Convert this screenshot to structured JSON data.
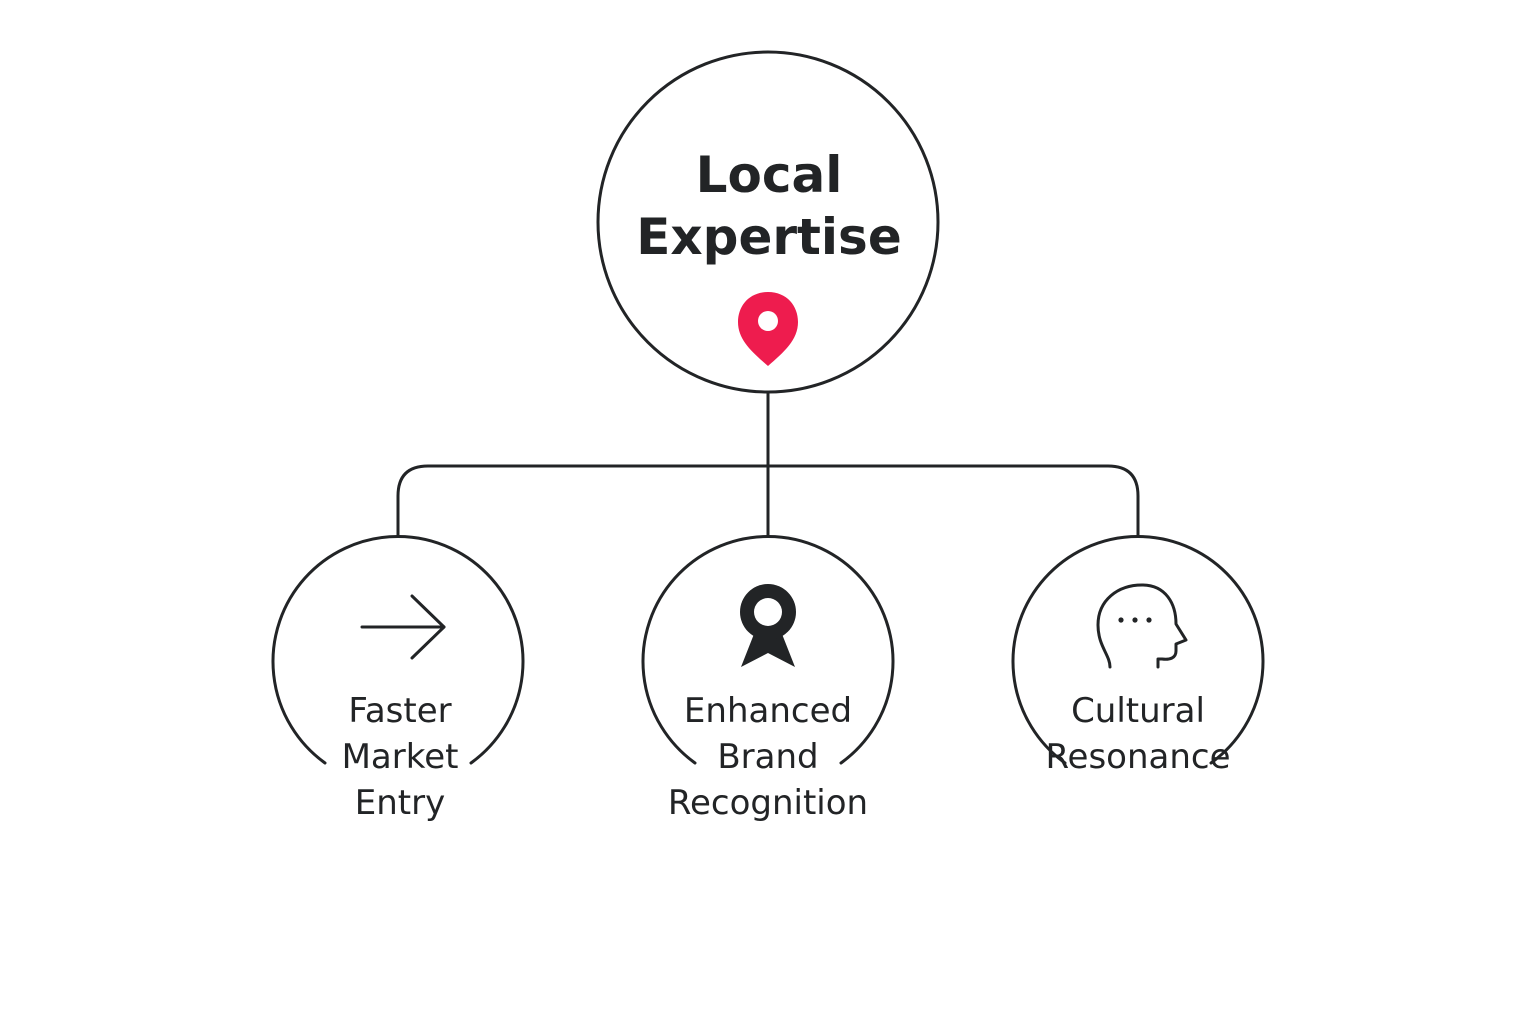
{
  "root": {
    "lines": [
      "Local",
      "Expertise"
    ],
    "icon": "location-pin-icon",
    "icon_color": "#EE1C4E"
  },
  "children": [
    {
      "lines": [
        "Faster",
        "Market",
        "Entry"
      ],
      "icon": "arrow-right-icon"
    },
    {
      "lines": [
        "Enhanced",
        "Brand",
        "Recognition"
      ],
      "icon": "award-ribbon-icon"
    },
    {
      "lines": [
        "Cultural",
        "Resonance"
      ],
      "icon": "head-thinking-icon"
    }
  ],
  "colors": {
    "stroke": "#222426",
    "background": "#FFFFFF"
  }
}
